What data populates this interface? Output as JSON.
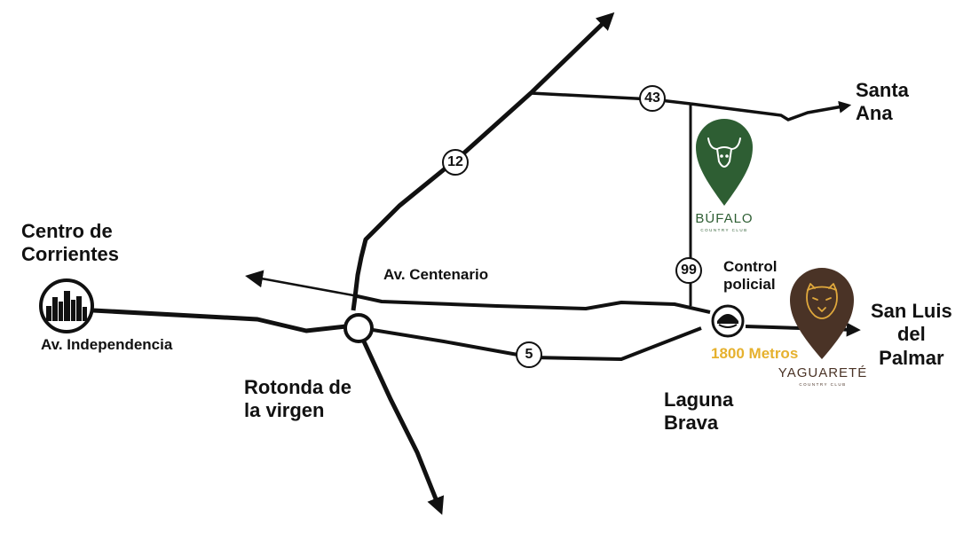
{
  "labels": {
    "centro": [
      "Centro de",
      "Corrientes"
    ],
    "av_independencia": "Av. Independencia",
    "rotonda": [
      "Rotonda de",
      "la virgen"
    ],
    "av_centenario": "Av. Centenario",
    "santa_ana": [
      "Santa",
      "Ana"
    ],
    "control": [
      "Control",
      "policial"
    ],
    "san_luis": [
      "San Luis",
      "del",
      "Palmar"
    ],
    "laguna": [
      "Laguna",
      "Brava"
    ],
    "distance": "1800 Metros"
  },
  "routes": {
    "r12": "12",
    "r43": "43",
    "r99": "99",
    "r5": "5"
  },
  "brands": {
    "bufalo": {
      "name": "BÚFALO",
      "sub": "COUNTRY CLUB"
    },
    "yaguarete": {
      "name": "YAGUARETÉ",
      "sub": "COUNTRY CLUB"
    }
  },
  "colors": {
    "road": "#111111",
    "bufalo": "#2e5e33",
    "yaguarete": "#4a3326",
    "yaguarete_accent": "#e0a83c",
    "distance_text": "#e6b12e"
  },
  "icons": {
    "city": "city-skyline-icon",
    "roundabout": "roundabout-icon",
    "police": "police-cap-icon",
    "bull": "bull-head-icon",
    "jaguar": "jaguar-head-icon"
  }
}
